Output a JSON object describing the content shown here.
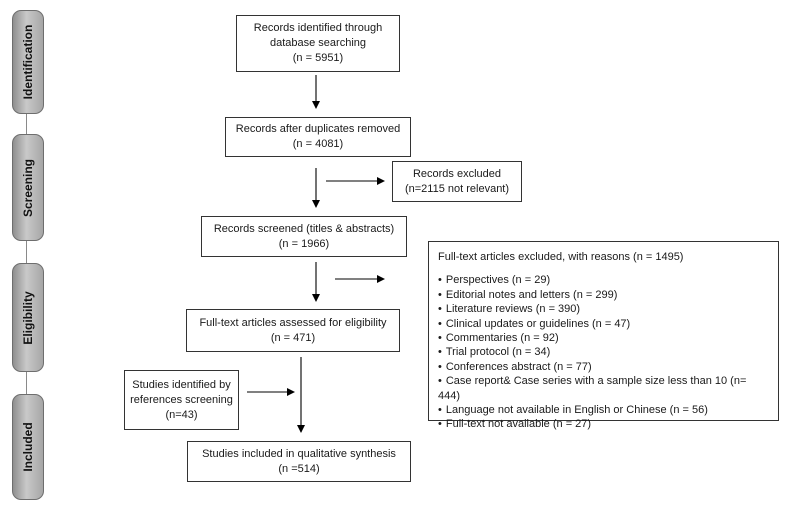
{
  "stages": [
    "Identification",
    "Screening",
    "Eligibility",
    "Included"
  ],
  "boxes": {
    "identified": {
      "line1": "Records identified through",
      "line2": "database searching",
      "count": "(n = 5951)"
    },
    "duplicates_removed": {
      "line1": "Records after duplicates removed",
      "count": "(n = 4081)"
    },
    "excluded": {
      "line1": "Records excluded",
      "count": "(n=2115  not relevant)"
    },
    "screened": {
      "line1": "Records screened (titles & abstracts)",
      "count": "(n = 1966)"
    },
    "fulltext_assessed": {
      "line1": "Full-text articles assessed for eligibility",
      "count": "(n = 471)"
    },
    "references": {
      "line1": "Studies identified by",
      "line2": "references screening",
      "count": "(n=43)"
    },
    "included": {
      "line1": "Studies included in qualitative synthesis",
      "count": "(n =514)"
    }
  },
  "exclusion_reasons": {
    "title": "Full-text articles excluded, with reasons (n = 1495)",
    "items": [
      "Perspectives (n = 29)",
      "Editorial notes and letters (n = 299)",
      "Literature reviews (n = 390)",
      "Clinical updates or guidelines (n = 47)",
      "Commentaries (n = 92)",
      "Trial protocol (n = 34)",
      "Conferences abstract (n = 77)",
      "Case report& Case series with a sample size less than 10 (n= 444)",
      "Language not available in English or Chinese (n = 56)",
      "Full-text not available (n = 27)"
    ]
  }
}
